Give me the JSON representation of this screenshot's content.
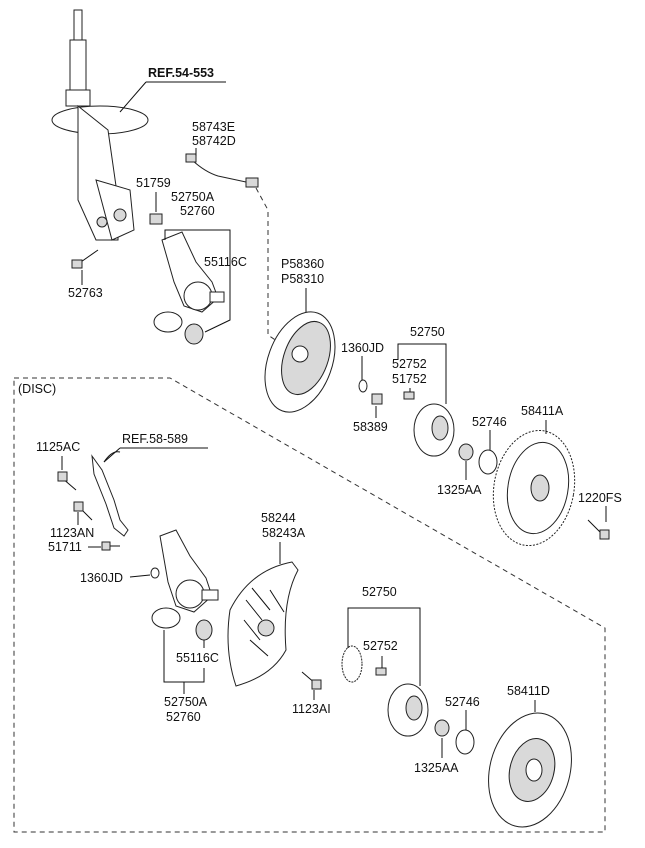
{
  "references": {
    "strut": "REF.54-553",
    "wheel_sensor": "REF.58-589"
  },
  "section_labels": {
    "disc": "(DISC)"
  },
  "drum_section": {
    "strut_assembly": "",
    "brake_hose_1": "58743E",
    "brake_hose_2": "58742D",
    "nut_51759": "51759",
    "knuckle_1": "52750A",
    "knuckle_2": "52760",
    "bolt_52763": "52763",
    "bushing_55116C": "55116C",
    "backing_plate_1": "P58360",
    "backing_plate_2": "P58310",
    "washer_1360JD": "1360JD",
    "bolt_58389": "58389",
    "hub_52750": "52750",
    "hub_sub_1": "52752",
    "hub_sub_2": "51752",
    "cap_52746": "52746",
    "nut_1325AA": "1325AA",
    "drum_58411A": "58411A",
    "bolt_1220FS": "1220FS"
  },
  "disc_section": {
    "bolt_1125AC": "1125AC",
    "bolt_1123AN": "1123AN",
    "sensor_51711": "51711",
    "washer_1360JD": "1360JD",
    "dust_cover_1": "58244",
    "dust_cover_2": "58243A",
    "bushing_55116C": "55116C",
    "knuckle_1": "52750A",
    "knuckle_2": "52760",
    "bolt_1123AI": "1123AI",
    "hub_52750": "52750",
    "hub_sub": "52752",
    "cap_52746": "52746",
    "nut_1325AA": "1325AA",
    "disc_58411D": "58411D"
  }
}
